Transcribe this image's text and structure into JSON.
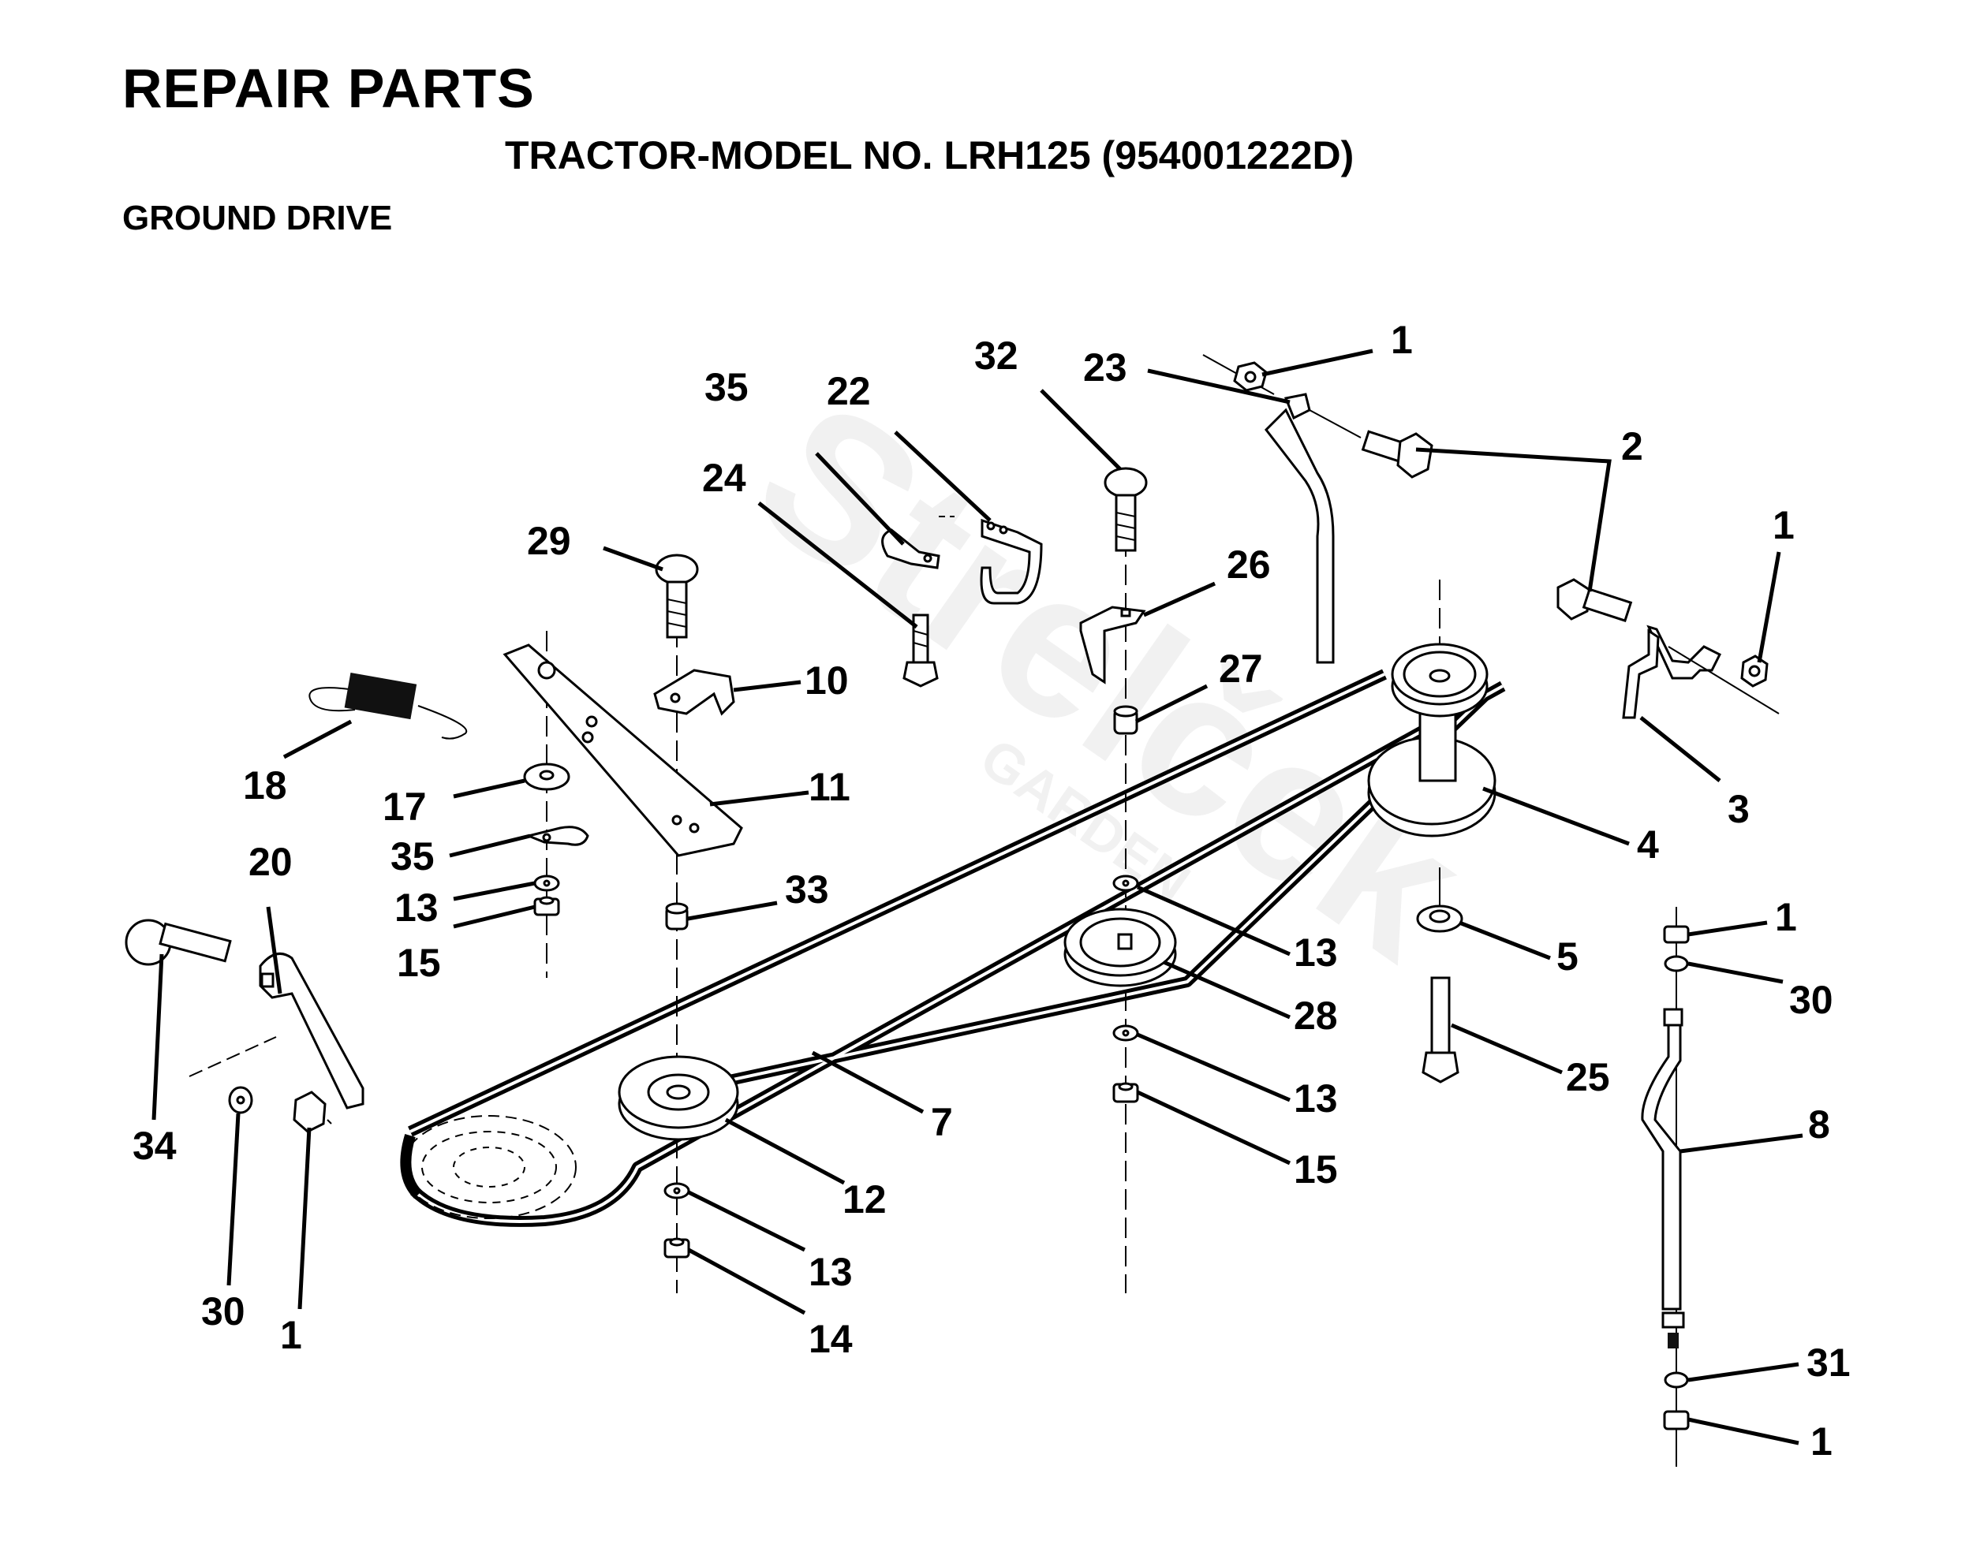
{
  "header": {
    "title": "REPAIR PARTS",
    "model": "TRACTOR-MODEL NO. LRH125 (954001222D)",
    "section": "GROUND DRIVE"
  },
  "watermark": {
    "brand": "Strelček",
    "sub": "GARDEN"
  },
  "callouts": [
    {
      "id": "c1a",
      "label": "1"
    },
    {
      "id": "c23",
      "label": "23"
    },
    {
      "id": "c32",
      "label": "32"
    },
    {
      "id": "c2",
      "label": "2"
    },
    {
      "id": "c1b",
      "label": "1"
    },
    {
      "id": "c35a",
      "label": "35"
    },
    {
      "id": "c22",
      "label": "22"
    },
    {
      "id": "c24",
      "label": "24"
    },
    {
      "id": "c29",
      "label": "29"
    },
    {
      "id": "c26",
      "label": "26"
    },
    {
      "id": "c10",
      "label": "10"
    },
    {
      "id": "c27",
      "label": "27"
    },
    {
      "id": "c3",
      "label": "3"
    },
    {
      "id": "c18",
      "label": "18"
    },
    {
      "id": "c11",
      "label": "11"
    },
    {
      "id": "c17",
      "label": "17"
    },
    {
      "id": "c4",
      "label": "4"
    },
    {
      "id": "c35b",
      "label": "35"
    },
    {
      "id": "c20",
      "label": "20"
    },
    {
      "id": "c33",
      "label": "33"
    },
    {
      "id": "c13a",
      "label": "13"
    },
    {
      "id": "c1c",
      "label": "1"
    },
    {
      "id": "c13b",
      "label": "13"
    },
    {
      "id": "c5",
      "label": "5"
    },
    {
      "id": "c15a",
      "label": "15"
    },
    {
      "id": "c30a",
      "label": "30"
    },
    {
      "id": "c28",
      "label": "28"
    },
    {
      "id": "c25",
      "label": "25"
    },
    {
      "id": "c13c",
      "label": "13"
    },
    {
      "id": "c7",
      "label": "7"
    },
    {
      "id": "c8",
      "label": "8"
    },
    {
      "id": "c34",
      "label": "34"
    },
    {
      "id": "c15b",
      "label": "15"
    },
    {
      "id": "c12",
      "label": "12"
    },
    {
      "id": "c13d",
      "label": "13"
    },
    {
      "id": "c30b",
      "label": "30"
    },
    {
      "id": "c1d",
      "label": "1"
    },
    {
      "id": "c14",
      "label": "14"
    },
    {
      "id": "c31",
      "label": "31"
    },
    {
      "id": "c1e",
      "label": "1"
    }
  ]
}
